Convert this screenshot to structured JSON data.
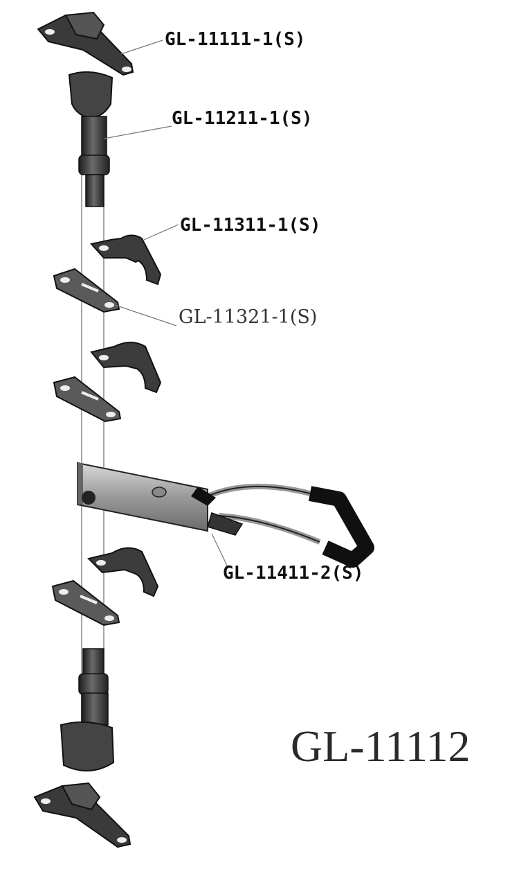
{
  "diagram": {
    "assembly_code": "GL-11112",
    "callouts": [
      {
        "id": "top-bracket",
        "label": "GL-11111-1(S)"
      },
      {
        "id": "top-cam-keeper",
        "label": "GL-11211-1(S)"
      },
      {
        "id": "guide-bracket",
        "label": "GL-11311-1(S)"
      },
      {
        "id": "guide-plate",
        "label": "GL-11321-1(S)"
      },
      {
        "id": "handle",
        "label": "GL-11411-2(S)"
      }
    ],
    "colors": {
      "part_fill": "#3a3a3a",
      "part_dark": "#1c1c1c",
      "part_light": "#8a8a8a",
      "handle_plate": "#b8b8b8",
      "grip": "#101010",
      "leader_line": "#777777"
    }
  }
}
